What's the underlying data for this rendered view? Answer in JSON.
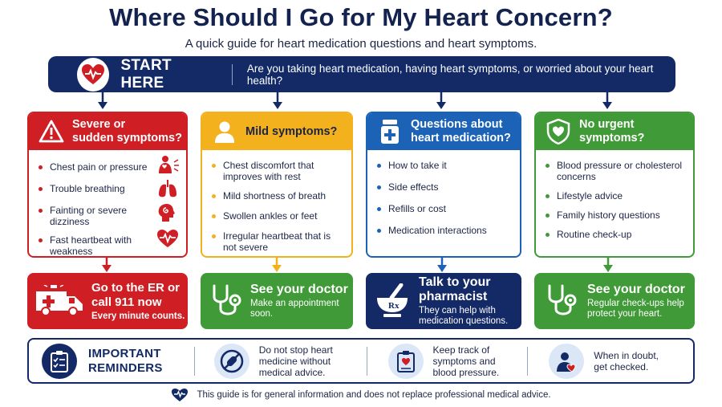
{
  "header": {
    "title": "Where Should I Go for My Heart Concern?",
    "subtitle": "A quick guide for heart medication questions and heart symptoms."
  },
  "start": {
    "label": "START HERE",
    "question": "Are you taking heart medication, having heart symptoms, or worried about your heart health?"
  },
  "colors": {
    "navy": "#132a67",
    "red": "#cf1f24",
    "yellow": "#f3b11d",
    "blue": "#1c63b8",
    "green": "#3f9a37"
  },
  "cards": [
    {
      "title_l1": "Severe or",
      "title_l2": "sudden symptoms?",
      "icon": "warning-icon",
      "items": [
        "Chest pain or pressure",
        "Trouble breathing",
        "Fainting or severe dizziness",
        "Fast heartbeat with weakness"
      ]
    },
    {
      "title_l1": "Mild symptoms?",
      "title_l2": "",
      "icon": "person-icon",
      "items": [
        "Chest discomfort that improves with rest",
        "Mild shortness of breath",
        "Swollen ankles or feet",
        "Irregular heartbeat that is not severe"
      ]
    },
    {
      "title_l1": "Questions about",
      "title_l2": "heart medication?",
      "icon": "medicine-bottle-icon",
      "items": [
        "How to take it",
        "Side effects",
        "Refills or cost",
        "Medication interactions"
      ]
    },
    {
      "title_l1": "No urgent",
      "title_l2": "symptoms?",
      "icon": "heart-shield-icon",
      "items": [
        "Blood pressure or cholesterol concerns",
        "Lifestyle advice",
        "Family history questions",
        "Routine check-up"
      ]
    }
  ],
  "actions": [
    {
      "title": "Go to the ER or call 911 now",
      "sub": "Every minute counts.",
      "icon": "ambulance-icon"
    },
    {
      "title": "See your doctor",
      "sub": "Make an appointment soon.",
      "icon": "stethoscope-icon"
    },
    {
      "title": "Talk to your pharmacist",
      "sub": "They can help with medication questions.",
      "icon": "mortar-pestle-icon"
    },
    {
      "title": "See your doctor",
      "sub": "Regular check-ups help protect your heart.",
      "icon": "stethoscope-icon"
    }
  ],
  "reminders": {
    "title_l1": "IMPORTANT",
    "title_l2": "REMINDERS",
    "items": [
      "Do not stop heart medicine without medical advice.",
      "Keep track of symptoms and blood pressure.",
      "When in doubt, get checked."
    ]
  },
  "footer": "This guide is for general information and does not replace professional medical advice."
}
